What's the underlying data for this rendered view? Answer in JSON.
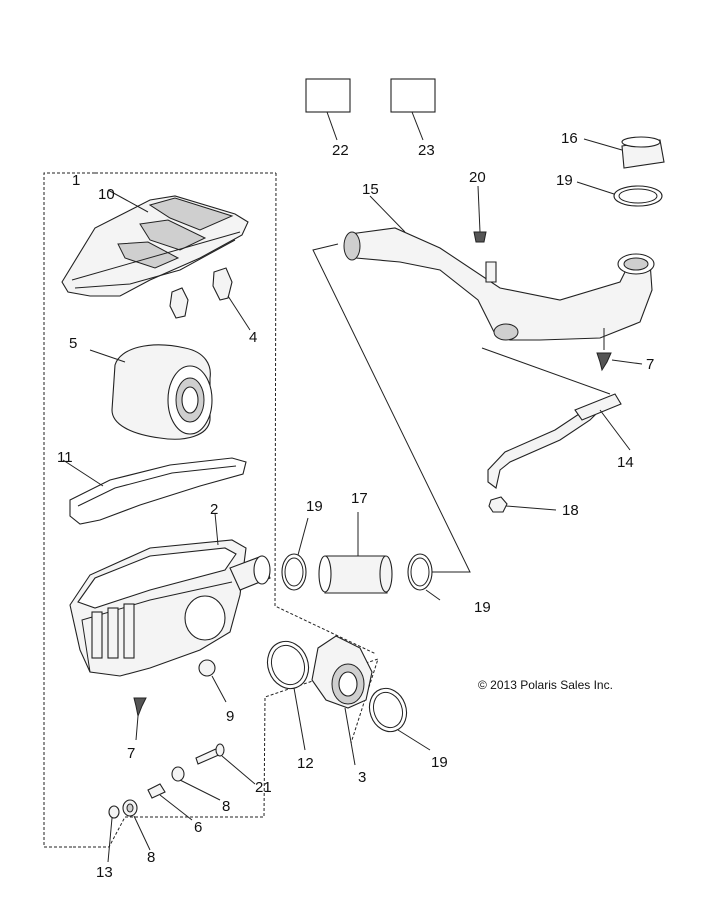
{
  "diagram": {
    "callouts": {
      "c1": "1",
      "c2": "2",
      "c3": "3",
      "c4": "4",
      "c5": "5",
      "c6": "6",
      "c7a": "7",
      "c7b": "7",
      "c8a": "8",
      "c8b": "8",
      "c9": "9",
      "c10": "10",
      "c11": "11",
      "c12": "12",
      "c13": "13",
      "c14": "14",
      "c15": "15",
      "c16": "16",
      "c17": "17",
      "c18": "18",
      "c19a": "19",
      "c19b": "19",
      "c19c": "19",
      "c19d": "19",
      "c20": "20",
      "c21": "21",
      "c22": "22",
      "c23": "23"
    },
    "copyright": "© 2013 Polaris Sales Inc."
  }
}
